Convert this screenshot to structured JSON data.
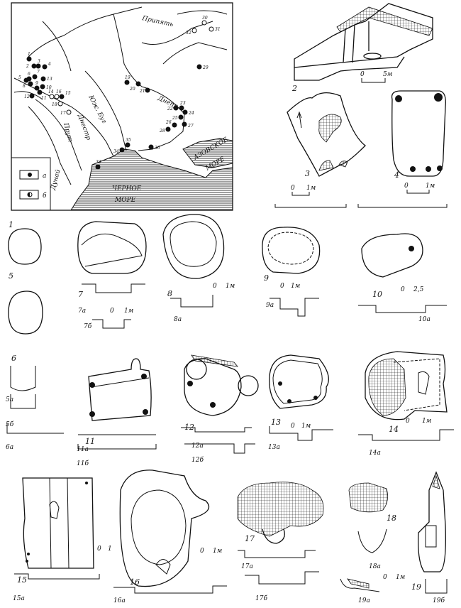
{
  "map": {
    "rivers": [
      "Припять",
      "Днепр",
      "Юж. Буг",
      "Днестр",
      "Прут",
      "Дунай"
    ],
    "seas": [
      "ЧЕРНОЕ",
      "МОРЕ",
      "АЗОВСКОЕ",
      "МОРЕ"
    ],
    "legend": [
      {
        "symbol": "filled-circle",
        "label": "а"
      },
      {
        "symbol": "half-filled-circle",
        "label": "б"
      }
    ],
    "sites": [
      "1",
      "2",
      "3",
      "4",
      "5",
      "6",
      "7",
      "8",
      "9",
      "10",
      "11",
      "12",
      "13",
      "14",
      "15",
      "16",
      "17",
      "18",
      "19",
      "20",
      "21",
      "22",
      "23",
      "24",
      "25",
      "26",
      "27",
      "28",
      "29",
      "30",
      "31",
      "32",
      "33",
      "34",
      "35",
      "36"
    ]
  },
  "figures": [
    "1",
    "2",
    "3",
    "4",
    "5",
    "6",
    "7",
    "8",
    "9",
    "10",
    "11",
    "12",
    "13",
    "14",
    "15",
    "16",
    "17",
    "18",
    "19"
  ],
  "sections": [
    "5а",
    "5б",
    "6а",
    "7а",
    "7б",
    "8а",
    "9а",
    "10а",
    "11а",
    "11б",
    "12а",
    "12б",
    "13а",
    "14а",
    "15а",
    "16а",
    "17а",
    "17б",
    "18а",
    "19а",
    "19б"
  ],
  "scales": {
    "zero": "0",
    "one_m": "1м",
    "five_m": "5м",
    "two_five": "2,5",
    "one": "1"
  }
}
